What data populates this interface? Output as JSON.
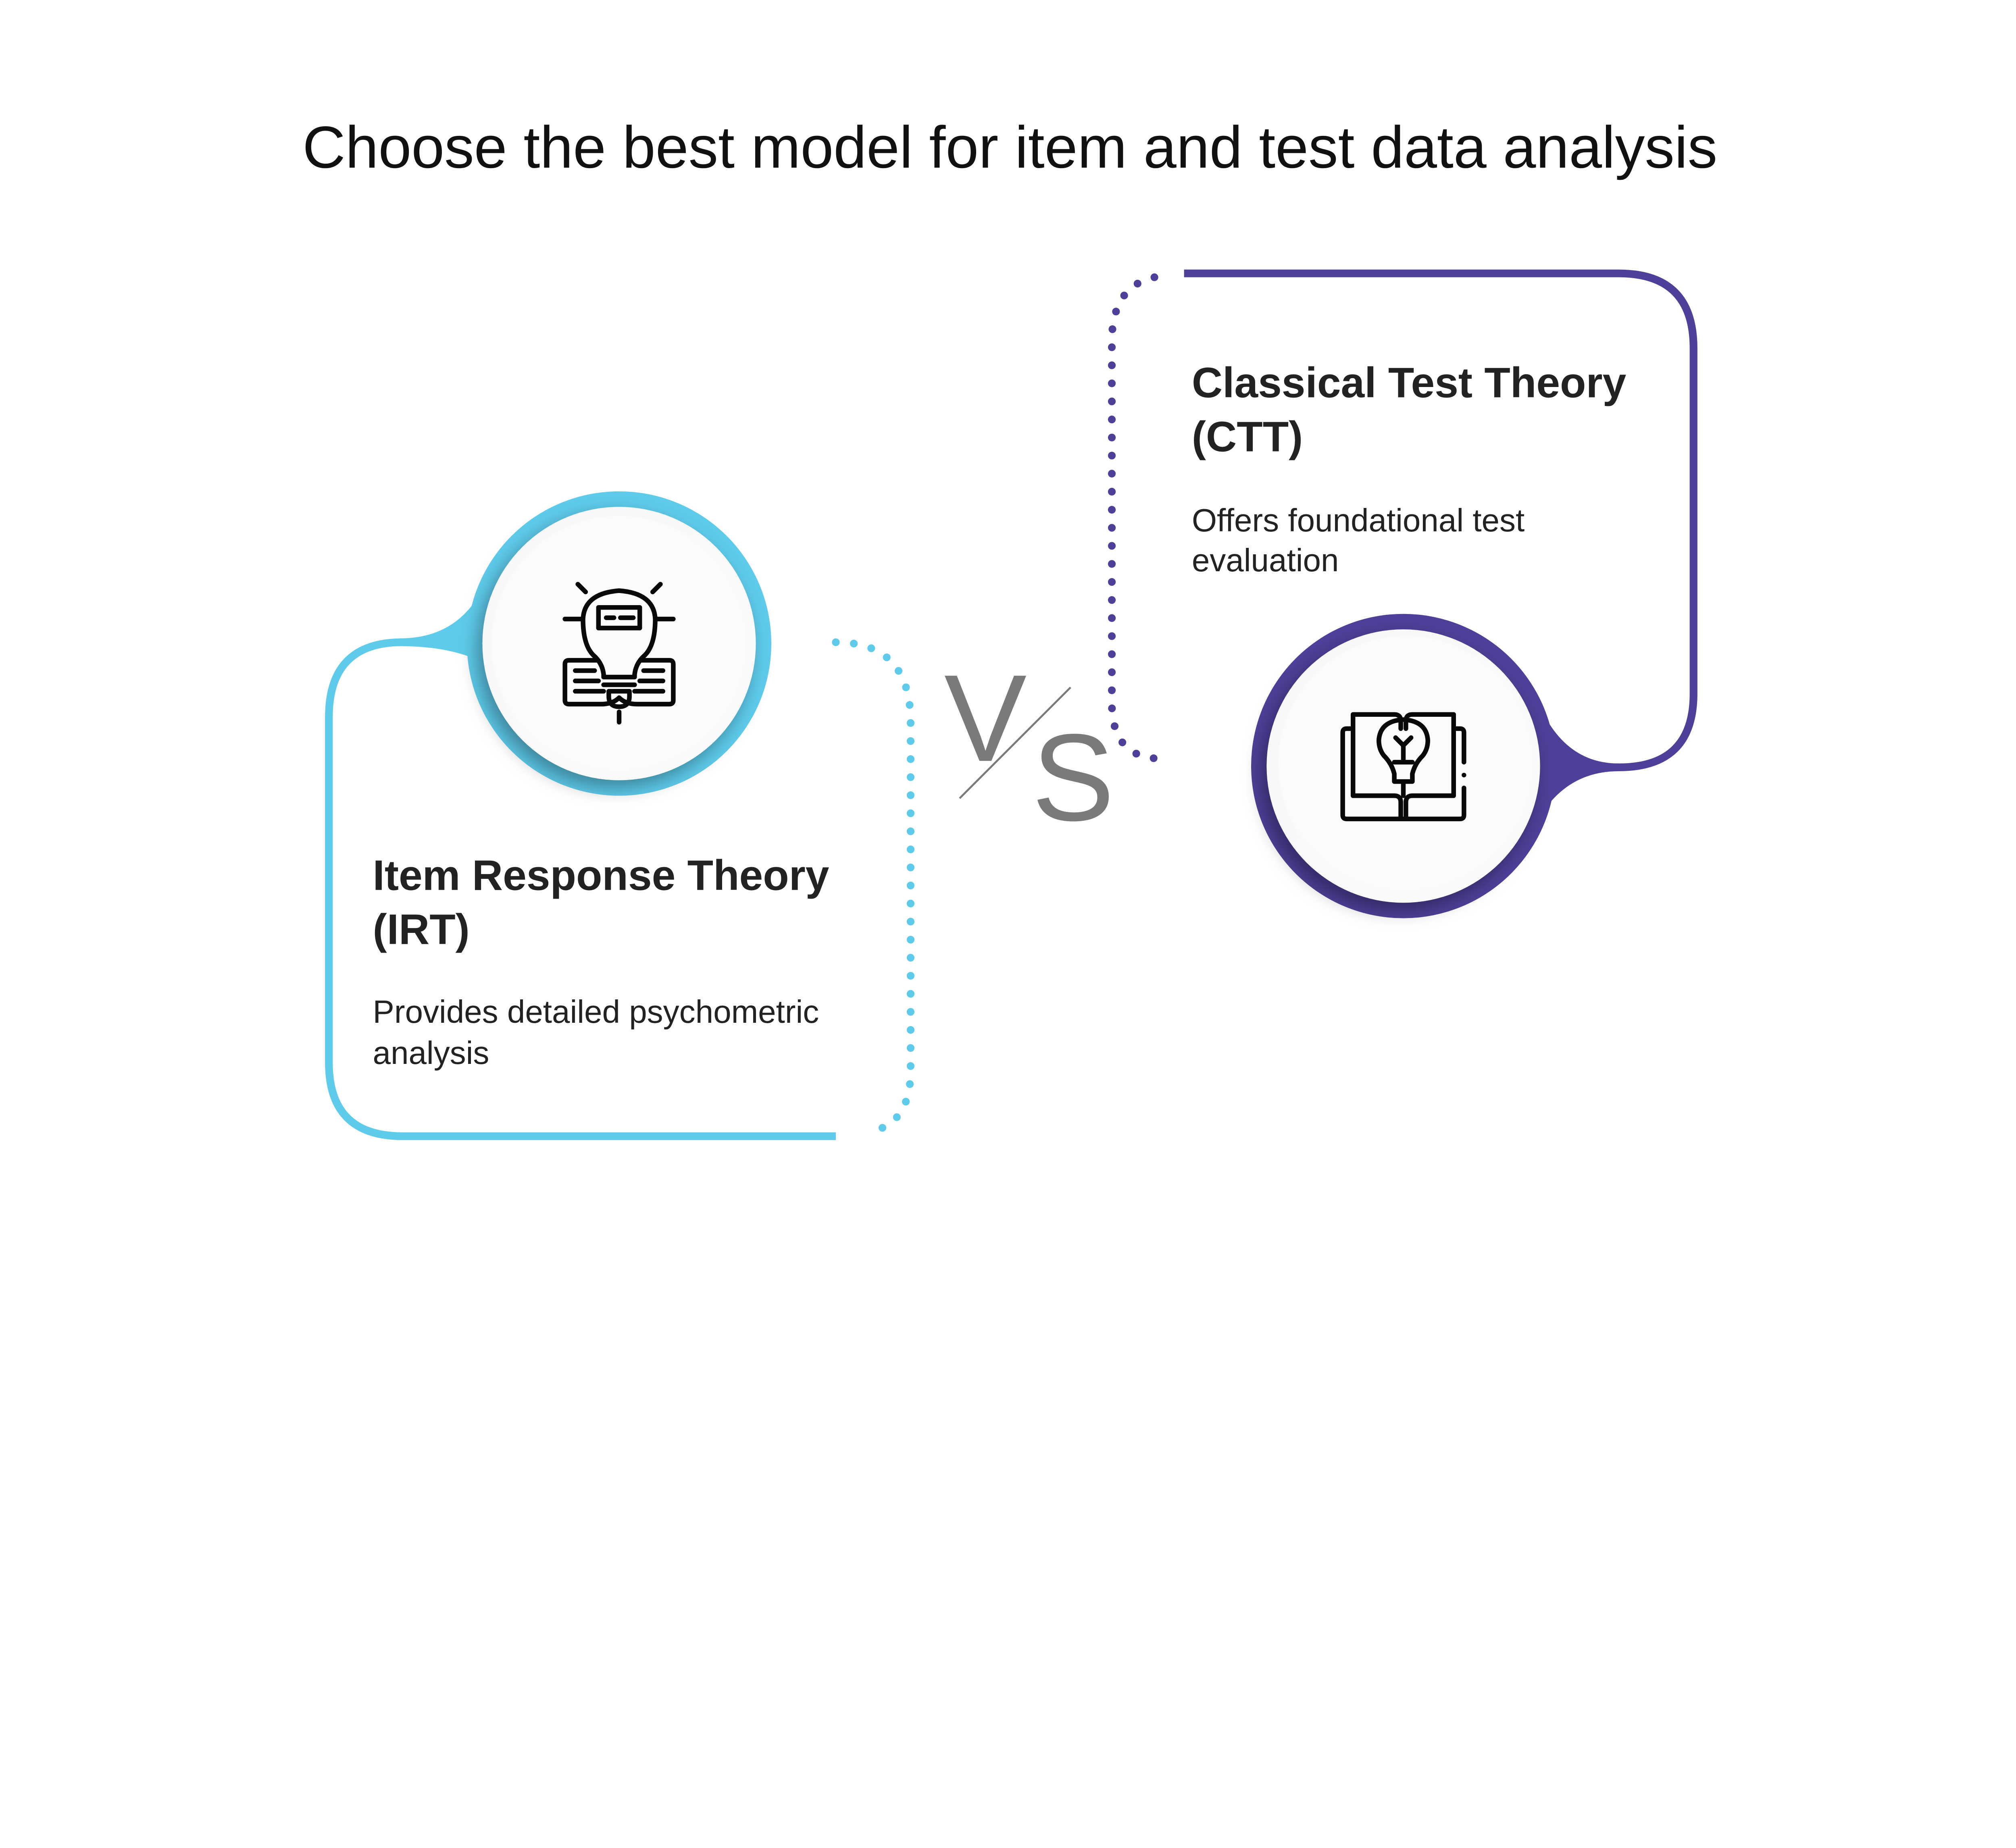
{
  "title": "Choose the best model for item and test data analysis",
  "colors": {
    "irt": "#5ECBEB",
    "ctt": "#4F3F99",
    "vs": "#7A7A7A"
  },
  "irt": {
    "heading_line1": "Item Response Theory",
    "heading_line2": "(IRT)",
    "desc_line1": "Provides detailed psychometric",
    "desc_line2": "analysis",
    "icon": "lightbulb-book-icon"
  },
  "vs": {
    "v": "V",
    "s": "S"
  },
  "ctt": {
    "heading_line1": "Classical Test Theory",
    "heading_line2": "(CTT)",
    "desc_line1": "Offers foundational test",
    "desc_line2": "evaluation",
    "icon": "open-book-lightbulb-icon"
  }
}
